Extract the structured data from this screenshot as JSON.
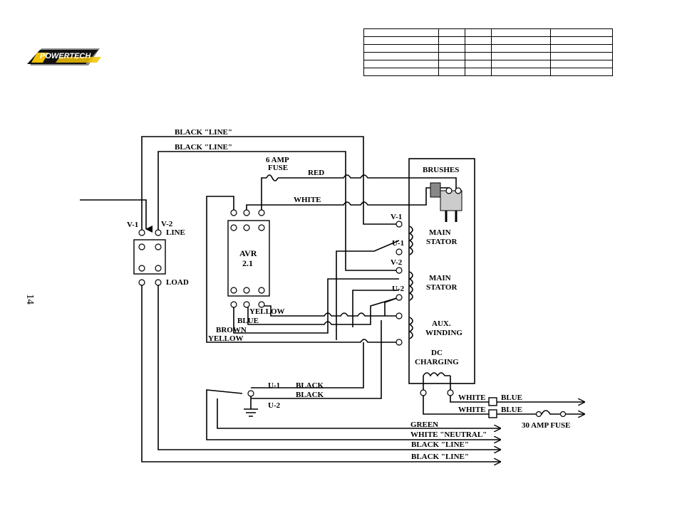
{
  "page_number": "14",
  "logo": {
    "text": "POWERTECH",
    "colors": {
      "yellow": "#f2c200",
      "black": "#111111",
      "gray": "#8a8a8a"
    }
  },
  "header_table": {
    "rows": 6,
    "cols": 5
  },
  "labels": {
    "black_line_top1": "BLACK \"LINE\"",
    "black_line_top2": "BLACK \"LINE\"",
    "fuse_6amp_1": "6 AMP",
    "fuse_6amp_2": "FUSE",
    "red": "RED",
    "white_top": "WHITE",
    "brushes": "BRUSHES",
    "v1_left": "V-1",
    "v2_left": "V-2",
    "line_left": "LINE",
    "load_left": "LOAD",
    "avr_1": "AVR",
    "avr_2": "2.1",
    "yellow_avr": "YELLOW",
    "blue_avr": "BLUE",
    "brown_avr": "BROWN",
    "yellow_bottom": "YELLOW",
    "v1_stator": "V-1",
    "u1_stator": "U-1",
    "main_stator1_1": "MAIN",
    "main_stator1_2": "STATOR",
    "v2_stator": "V-2",
    "u2_stator": "U-2",
    "main_stator2_1": "MAIN",
    "main_stator2_2": "STATOR",
    "aux_1": "AUX.",
    "aux_2": "WINDING",
    "dc_1": "DC",
    "dc_2": "CHARGING",
    "white_dc1": "WHITE",
    "blue_dc1": "BLUE",
    "white_dc2": "WHITE",
    "blue_dc2": "BLUE",
    "fuse_30amp": "30 AMP FUSE",
    "u1_ground": "U-1",
    "u2_ground": "U-2",
    "black_ground1": "BLACK",
    "black_ground2": "BLACK",
    "green_out": "GREEN",
    "white_neutral_out": "WHITE \"NEUTRAL\"",
    "black_line_out1": "BLACK \"LINE\"",
    "black_line_out2": "BLACK \"LINE\""
  }
}
